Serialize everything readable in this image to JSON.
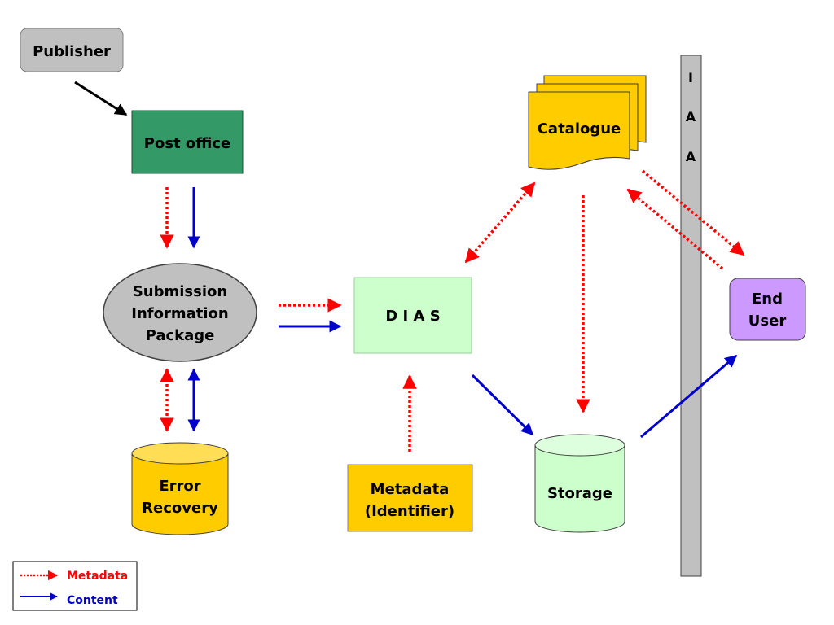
{
  "nodes": {
    "publisher": "Publisher",
    "post_office": "Post office",
    "sip": [
      "Submission",
      "Information",
      "Package"
    ],
    "dias": "D I A S",
    "catalogue": "Catalogue",
    "error_recovery": [
      "Error",
      "Recovery"
    ],
    "metadata_identifier": [
      "Metadata",
      "(Identifier)"
    ],
    "storage": "Storage",
    "end_user": [
      "End",
      "User"
    ],
    "iaa": [
      "I",
      "A",
      "A"
    ]
  },
  "legend": {
    "metadata": "Metadata",
    "content": "Content"
  },
  "colors": {
    "metadata_arrow": "#ff0000",
    "content_arrow": "#0000cc",
    "publisher_fill": "#c0c0c0",
    "post_office_fill": "#339966",
    "sip_fill": "#c0c0c0",
    "dias_fill": "#ccffcc",
    "catalogue_fill": "#ffcc00",
    "error_recovery_fill": "#ffcc00",
    "metadata_fill": "#ffcc00",
    "storage_fill": "#ccffcc",
    "end_user_fill": "#cc99ff",
    "iaa_bar_fill": "#c0c0c0"
  }
}
